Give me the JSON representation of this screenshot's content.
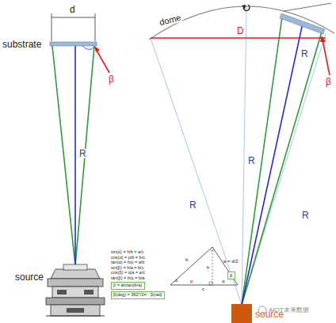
{
  "diagram": {
    "nodes": [
      {
        "text": [
          "β = arctan(b/a)"
        ]
      },
      {
        "text": [
          "β(deg) = 360°/2π · β(rad)"
        ]
      },
      {
        "text": [
          "β"
        ]
      },
      {
        "text": [
          "source"
        ]
      }
    ],
    "labels": [
      "d",
      "substrate",
      "R",
      "β",
      "source",
      "dome",
      "D",
      "R",
      "R",
      "R",
      "R",
      "β",
      "sin(α) = h/b = a/c",
      "cos(α) = p/b = b/c",
      "tan(α) = h/p = a/b",
      "sin(β) = h/a = b/c",
      "cos(β) = q/a = a/c",
      "tan(β) = h/q = b/a",
      "b",
      "a = d/2",
      "α",
      "p",
      "h",
      "q",
      "c",
      "AIOT未来数据"
    ]
  }
}
